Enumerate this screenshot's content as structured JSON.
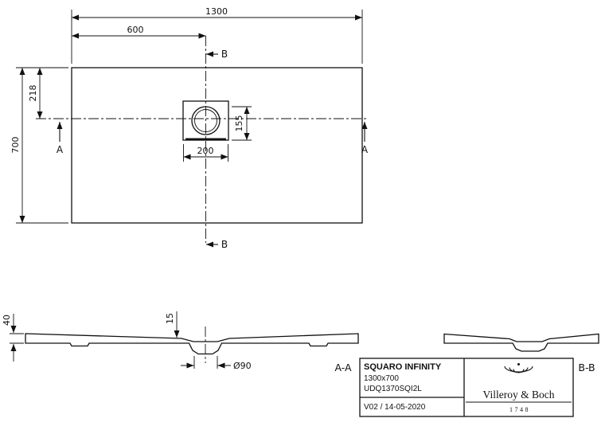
{
  "plan": {
    "dim_length": "1300",
    "dim_drain_x": "600",
    "dim_width": "700",
    "dim_drain_y": "218",
    "dim_drain_offset": "155",
    "dim_drain_width": "200",
    "section_a_label": "A",
    "section_b_label": "B"
  },
  "section_aa": {
    "label": "A-A",
    "dim_height": "40",
    "dim_depth": "15",
    "dim_drain_diameter": "Ø90"
  },
  "section_bb": {
    "label": "B-B"
  },
  "title_block": {
    "product": "SQUARO INFINITY",
    "dimensions": "1300x700",
    "article_number": "UDQ1370SQI2L",
    "revision": "V02 / 14-05-2020",
    "brand": "Villeroy & Boch",
    "brand_year": "1748"
  },
  "colors": {
    "line": "#111111",
    "background": "#ffffff"
  }
}
